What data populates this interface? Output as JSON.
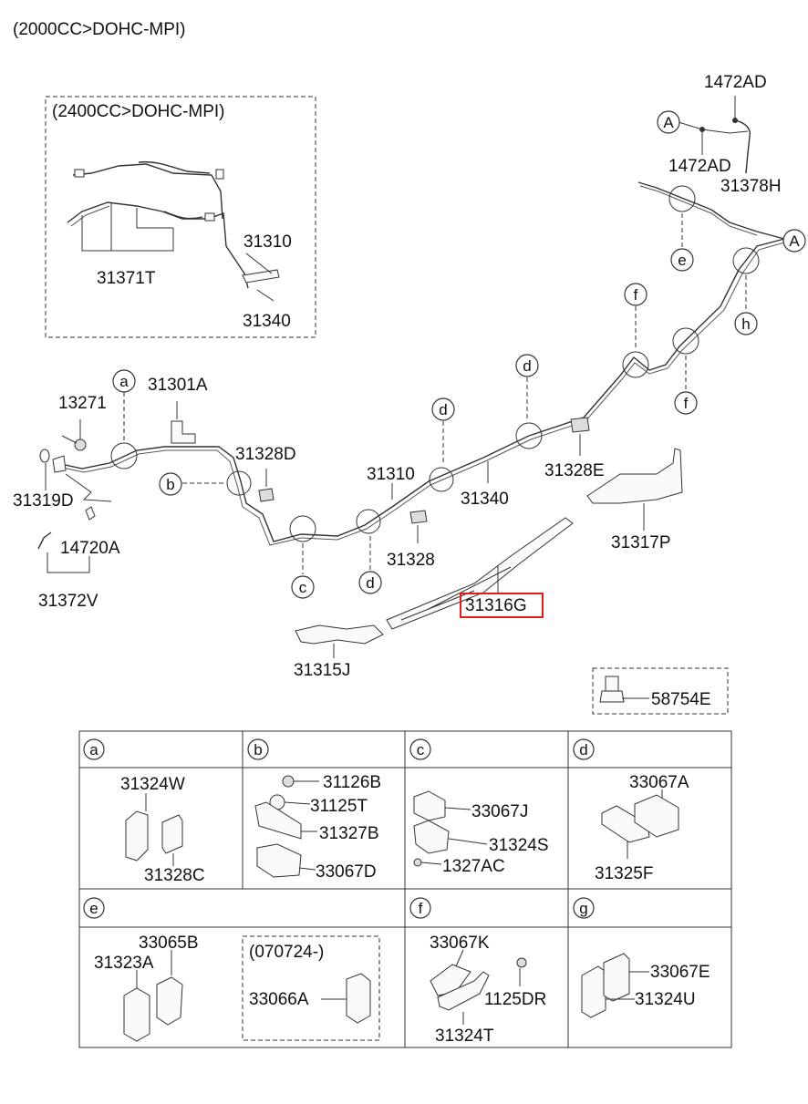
{
  "header": {
    "engine_main": "(2000CC>DOHC-MPI)",
    "engine_inset": "(2400CC>DOHC-MPI)"
  },
  "parts": {
    "p1472AD_top": "1472AD",
    "p1472AD_mid": "1472AD",
    "p31378H": "31378H",
    "p31310_inset": "31310",
    "p31340_inset": "31340",
    "p31371T": "31371T",
    "p31301A": "31301A",
    "p13271": "13271",
    "p31319D": "31319D",
    "p14720A": "14720A",
    "p31372V": "31372V",
    "p31328D": "31328D",
    "p31310": "31310",
    "p31340": "31340",
    "p31328E": "31328E",
    "p31328": "31328",
    "p31316G": "31316G",
    "p31317P": "31317P",
    "p31315J": "31315J",
    "p58754E": "58754E"
  },
  "callouts": {
    "A_top": "A",
    "A_right": "A",
    "a": "a",
    "b": "b",
    "c": "c",
    "d1": "d",
    "d2": "d",
    "d3": "d",
    "e": "e",
    "f1": "f",
    "f2": "f",
    "h": "h"
  },
  "grid": {
    "cells": {
      "a": {
        "letter": "a",
        "parts": [
          "31324W",
          "31328C"
        ]
      },
      "b": {
        "letter": "b",
        "parts": [
          "31126B",
          "31125T",
          "31327B",
          "33067D"
        ]
      },
      "c": {
        "letter": "c",
        "parts": [
          "33067J",
          "31324S",
          "1327AC"
        ]
      },
      "d": {
        "letter": "d",
        "parts": [
          "33067A",
          "31325F"
        ]
      },
      "e": {
        "letter": "e",
        "parts": [
          "33065B",
          "31323A",
          "33066A"
        ],
        "note": "(070724-)"
      },
      "f": {
        "letter": "f",
        "parts": [
          "33067K",
          "1125DR",
          "31324T"
        ]
      },
      "g": {
        "letter": "g",
        "parts": [
          "33067E",
          "31324U"
        ]
      }
    }
  },
  "colors": {
    "highlight": "#e21b1b",
    "line": "#333333"
  }
}
